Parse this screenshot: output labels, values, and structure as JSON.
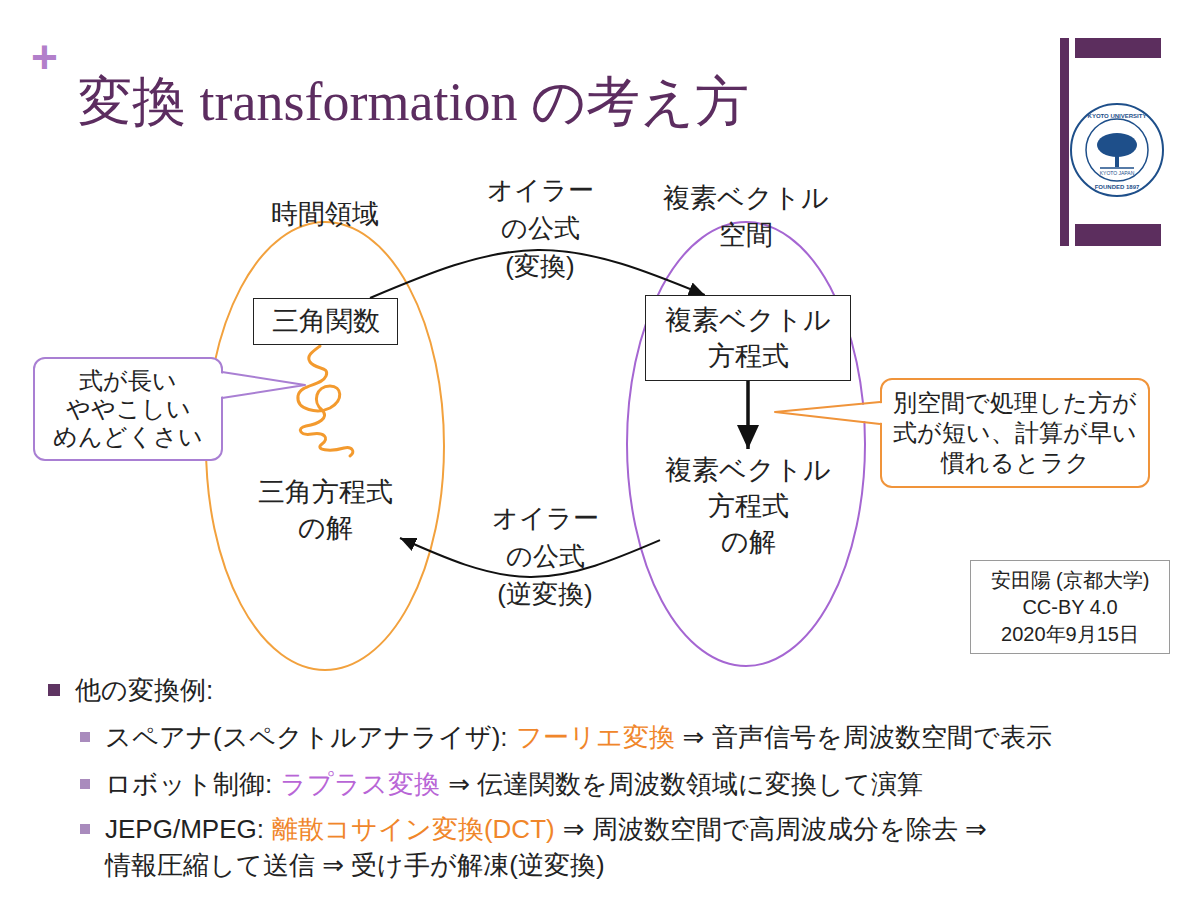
{
  "diagram": {
    "title": "変換 transformation の考え方",
    "nodes": [
      {
        "text": [
          "時間領域"
        ]
      },
      {
        "text": [
          "三角関数"
        ],
        "in": 0
      },
      {
        "text": [
          "三角方程式 の解"
        ],
        "in": 0
      },
      {
        "text": [
          "複素ベクトル 空間"
        ]
      },
      {
        "text": [
          "複素ベクトル 方程式"
        ],
        "in": 3
      },
      {
        "text": [
          "複素ベクトル 方程式 の解"
        ],
        "in": 3
      },
      {
        "text": [
          "式が長い ややこしい めんどくさい"
        ]
      },
      {
        "text": [
          "別空間で処理した方が 式が短い、計算が早い 慣れるとラク"
        ]
      },
      {
        "text": [
          "安田陽 (京都大学) CC-BY 4.0 2020年9月15日"
        ]
      }
    ],
    "edges": [
      {
        "from": 1,
        "to": 4,
        "label": "オイラー の公式 (変換)",
        "arrow": "to"
      },
      {
        "from": 4,
        "to": 5,
        "arrow": "to"
      },
      {
        "from": 5,
        "to": 2,
        "label": "オイラー の公式 (逆変換)",
        "arrow": "to"
      }
    ],
    "labels": [
      "+",
      "KYOTO UNIVERSITY",
      "FOUNDED 1897",
      "KYOTO JAPAN",
      "他の変換例:",
      "スペアナ(スペクトルアナライザ):",
      "フーリエ変換",
      "⇒ 音声信号を周波数空間で表示",
      "ロボット制御:",
      "ラプラス変換",
      "⇒ 伝達関数を周波数領域に変換して演算",
      "JEPG/MPEG:",
      "離散コサイン変換(DCT)",
      "⇒ 周波数空間で高周波成分を除去 ⇒ 情報圧縮して送信 ⇒ 受け手が解凍(逆変換)"
    ]
  }
}
